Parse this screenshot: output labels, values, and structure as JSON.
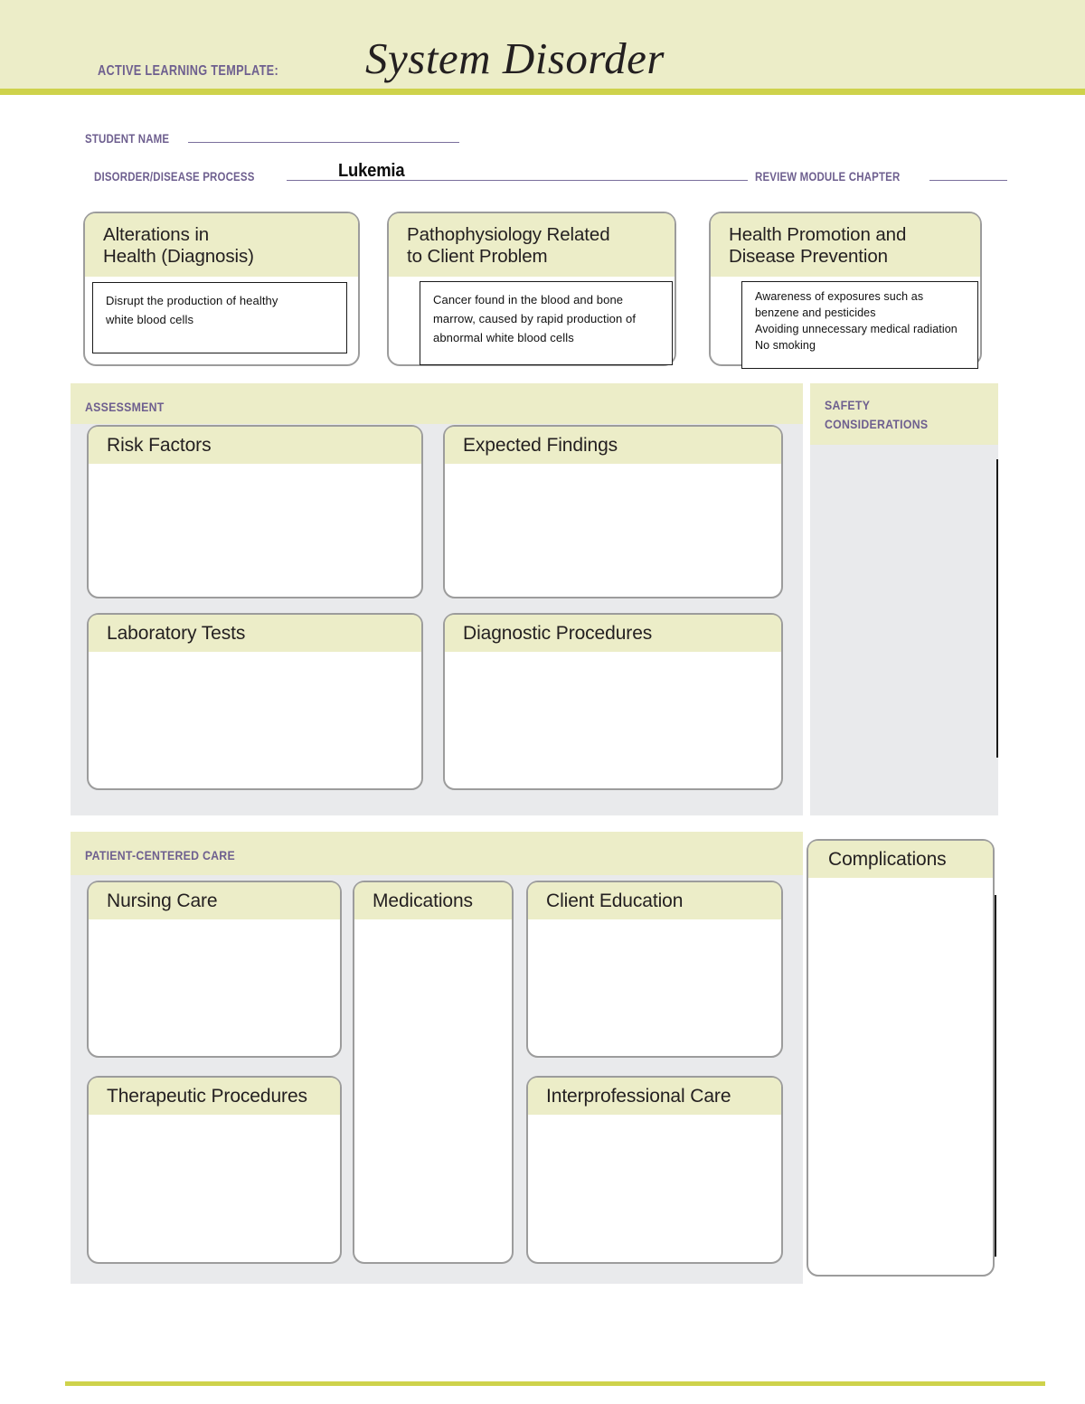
{
  "header": {
    "eyebrow": "ACTIVE LEARNING TEMPLATE:",
    "title": "System Disorder",
    "accent_color": "#ced24b",
    "band_color": "#ecedc8",
    "label_color": "#6e5f8f"
  },
  "form": {
    "student_name_label": "STUDENT NAME",
    "student_name_value": "",
    "disorder_label": "DISORDER/DISEASE PROCESS",
    "disorder_value": "Lukemia",
    "review_module_label": "REVIEW MODULE CHAPTER",
    "review_module_value": ""
  },
  "top_cards": [
    {
      "title_line1": "Alterations in",
      "title_line2": "Health (Diagnosis)",
      "content": [
        "Disrupt the production of healthy",
        "white blood cells"
      ]
    },
    {
      "title_line1": "Pathophysiology Related",
      "title_line2": "to Client Problem",
      "content": [
        "Cancer found in the blood and bone",
        "marrow, caused by rapid production of",
        "abnormal white blood cells"
      ]
    },
    {
      "title_line1": "Health Promotion and",
      "title_line2": "Disease Prevention",
      "content": [
        "Awareness of exposures such as",
        "benzene and pesticides",
        "Avoiding unnecessary medical radiation",
        "No smoking"
      ]
    }
  ],
  "assessment": {
    "section_label": "ASSESSMENT",
    "boxes": [
      {
        "title": "Risk Factors",
        "content": ""
      },
      {
        "title": "Expected Findings",
        "content": ""
      },
      {
        "title": "Laboratory Tests",
        "content": ""
      },
      {
        "title": "Diagnostic Procedures",
        "content": ""
      }
    ]
  },
  "safety": {
    "section_label_line1": "SAFETY",
    "section_label_line2": "CONSIDERATIONS",
    "content": ""
  },
  "patient_centered_care": {
    "section_label": "PATIENT-CENTERED CARE",
    "boxes": [
      {
        "title": "Nursing Care",
        "content": ""
      },
      {
        "title": "Medications",
        "content": ""
      },
      {
        "title": "Client Education",
        "content": ""
      },
      {
        "title": "Therapeutic Procedures",
        "content": ""
      },
      {
        "title": "Interprofessional Care",
        "content": ""
      }
    ]
  },
  "complications": {
    "title": "Complications",
    "content": ""
  }
}
